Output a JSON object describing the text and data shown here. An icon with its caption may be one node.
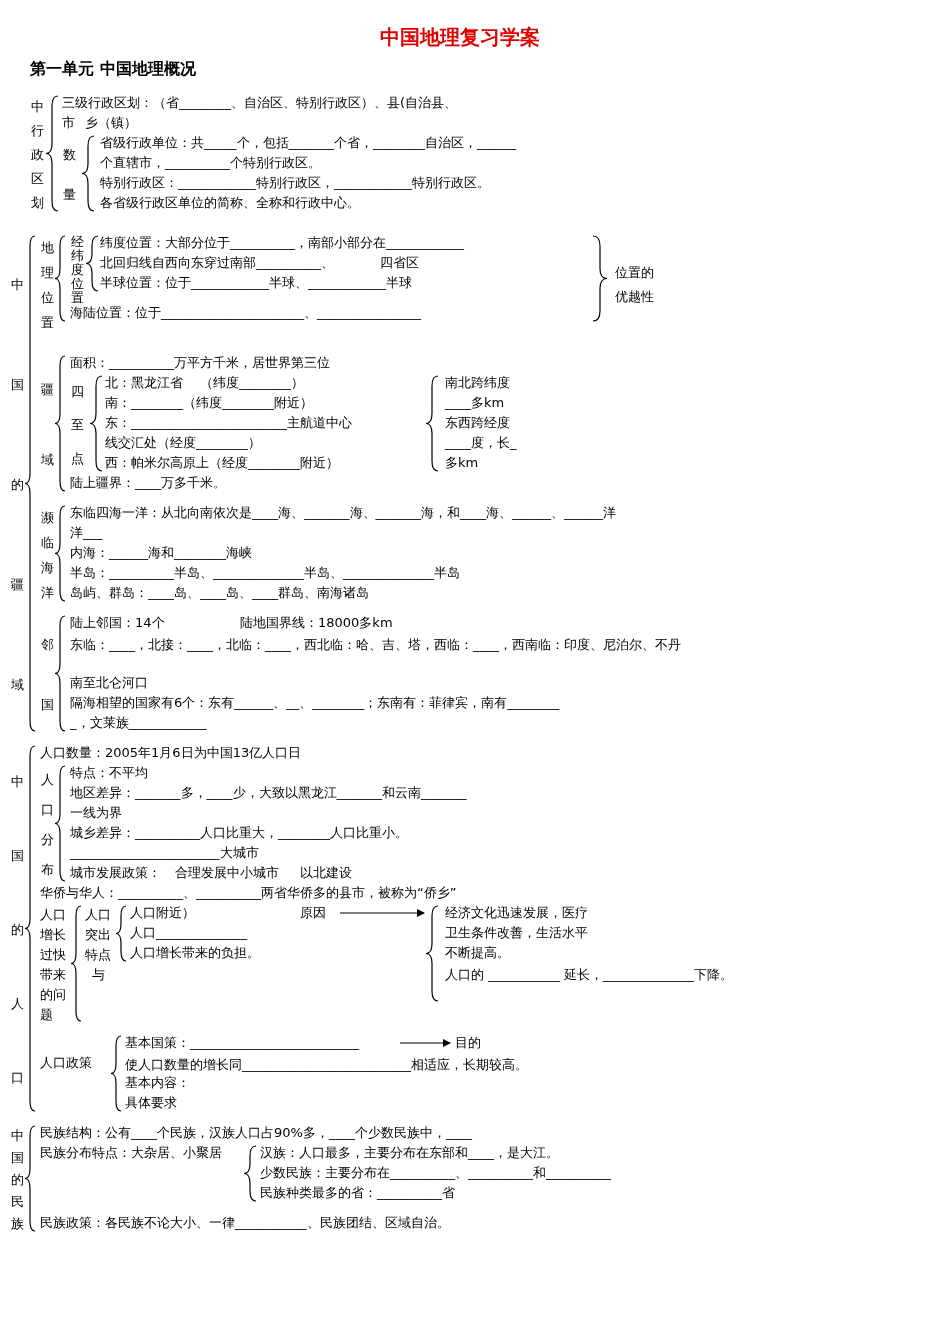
{
  "diagram": {
    "title": "中国地理复习学案",
    "labels": [
      "第一单元 中国地理概况",
      "三级行政区划：（省________、自治区、特别行政区）、县(自治县、",
      "中行政区划",
      "市",
      "数量",
      "乡（镇）",
      "省级行政单位：共_____个，包括_______个省，________自治区，______",
      "个直辖市，__________个特别行政区。",
      "纬度位置：大部分位于__________，南部小部分在____________",
      "特别行政区：____________特别行政区，____________特别行政区。",
      "北回归线自西向东穿过南部__________、",
      "各省级行政区单位的简称、全称和行政中心。",
      "四省区",
      "人口数量：2005年1月6日为中国13亿人口日",
      "经纬度位置",
      "地理位置",
      "位置的",
      "优越性",
      "特点：不平均",
      "半球位置：位于____________半球、____________半球",
      "地区差异：_______多，____少，大致以黑龙江_______和云南_______",
      "一线为界",
      "海陆位置：位于______________________、________________",
      "人口分布",
      "城乡差异：__________人口比重大，________人口比重小。",
      "_______________________大城市",
      "面积：__________万平方千米，居世界第三位",
      "城市发展政策：",
      "合理发展中小城市",
      "以北建设",
      "南北跨纬度",
      "北：黑龙江省",
      "华侨与华人：__________、__________两省华侨多的县市，被称为“侨乡”",
      "（纬度________）",
      "中国的人口",
      "疆域",
      "四至点",
      "经济文化迅速发展，医疗",
      "____多km",
      "南：________（纬度________附近）",
      "人口增长过快带来的问题",
      "人口突出特点",
      "与",
      "人口附近）",
      "原因",
      "卫生条件改善，生活水平",
      "东西跨经度",
      "不断提高。",
      "东：________________________主航道中心",
      "人口______________",
      "线交汇处（经度________）",
      "____度，长_",
      "人口的 ___________ 延长，______________下降。",
      "西：帕米尔高原上（经度________附近）",
      "人口增长带来的负担。",
      "多km",
      "陆上疆界：____万多千米。",
      "基本国策：__________________________",
      "目的",
      "使人口数量的增长同__________________________相适应，长期较高。",
      "东临四海一洋：从北向南依次是____海、_______海、_______海，和____海、______、______洋",
      "人口政策",
      "洋___",
      "内海：______海和________海峡",
      "濒临海洋",
      "半岛：__________半岛、______________半岛、______________半岛",
      "基本内容：",
      "岛屿、群岛：____岛、____岛、____群岛、南海诸岛",
      "民族结构：公有____个民族，汉族人口占90%多，____个少数民族中，____",
      "具体要求",
      "陆上邻国：14个",
      "陆地国界线：18000多km",
      "中国的民族",
      "东临：____，北接：____，北临：____，西北临：哈、吉、塔，西临：____，西南临：印度、尼泊尔、不丹",
      "民族分布特点：大杂居、小聚居",
      "汉族：人口最多，主要分布在东部和____，是大江。",
      "南至北仑河口",
      "少数民族：主要分布在__________、__________和__________",
      "民族种类最多的省：__________省",
      "邻国",
      "隔海相望的国家有6个：东有______、__、________；东南有：菲律宾，南有________",
      "民族政策：各民族不论大小、一律___________、民族团结、区域自治。",
      "_，文莱族____________",
      "中国的疆域"
    ]
  }
}
